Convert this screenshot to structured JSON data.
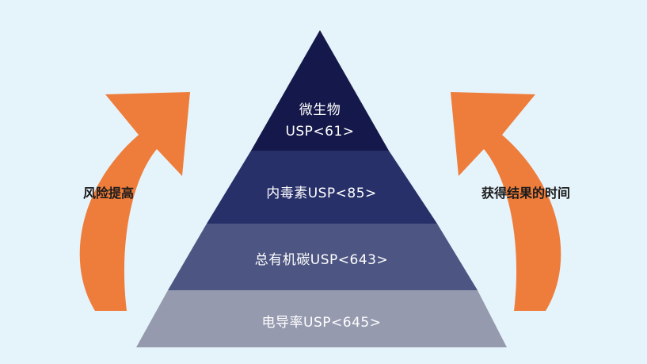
{
  "colors": {
    "background": "#e5f4fb",
    "arrow": "#ee7d3c",
    "tier1": "#15184a",
    "tier2": "#28306a",
    "tier3": "#4d5682",
    "tier4": "#969aaf"
  },
  "pyramid": {
    "tiers": [
      {
        "line1": "微生物",
        "line2": "USP<61>"
      },
      {
        "label": "内毒素USP<85>"
      },
      {
        "label": "总有机碳USP<643>"
      },
      {
        "label": "电导率USP<645>"
      }
    ]
  },
  "left_arrow": {
    "label": "风险提高",
    "icon": "curved-up-arrow"
  },
  "right_arrow": {
    "label": "获得结果的时间",
    "icon": "curved-up-arrow"
  }
}
